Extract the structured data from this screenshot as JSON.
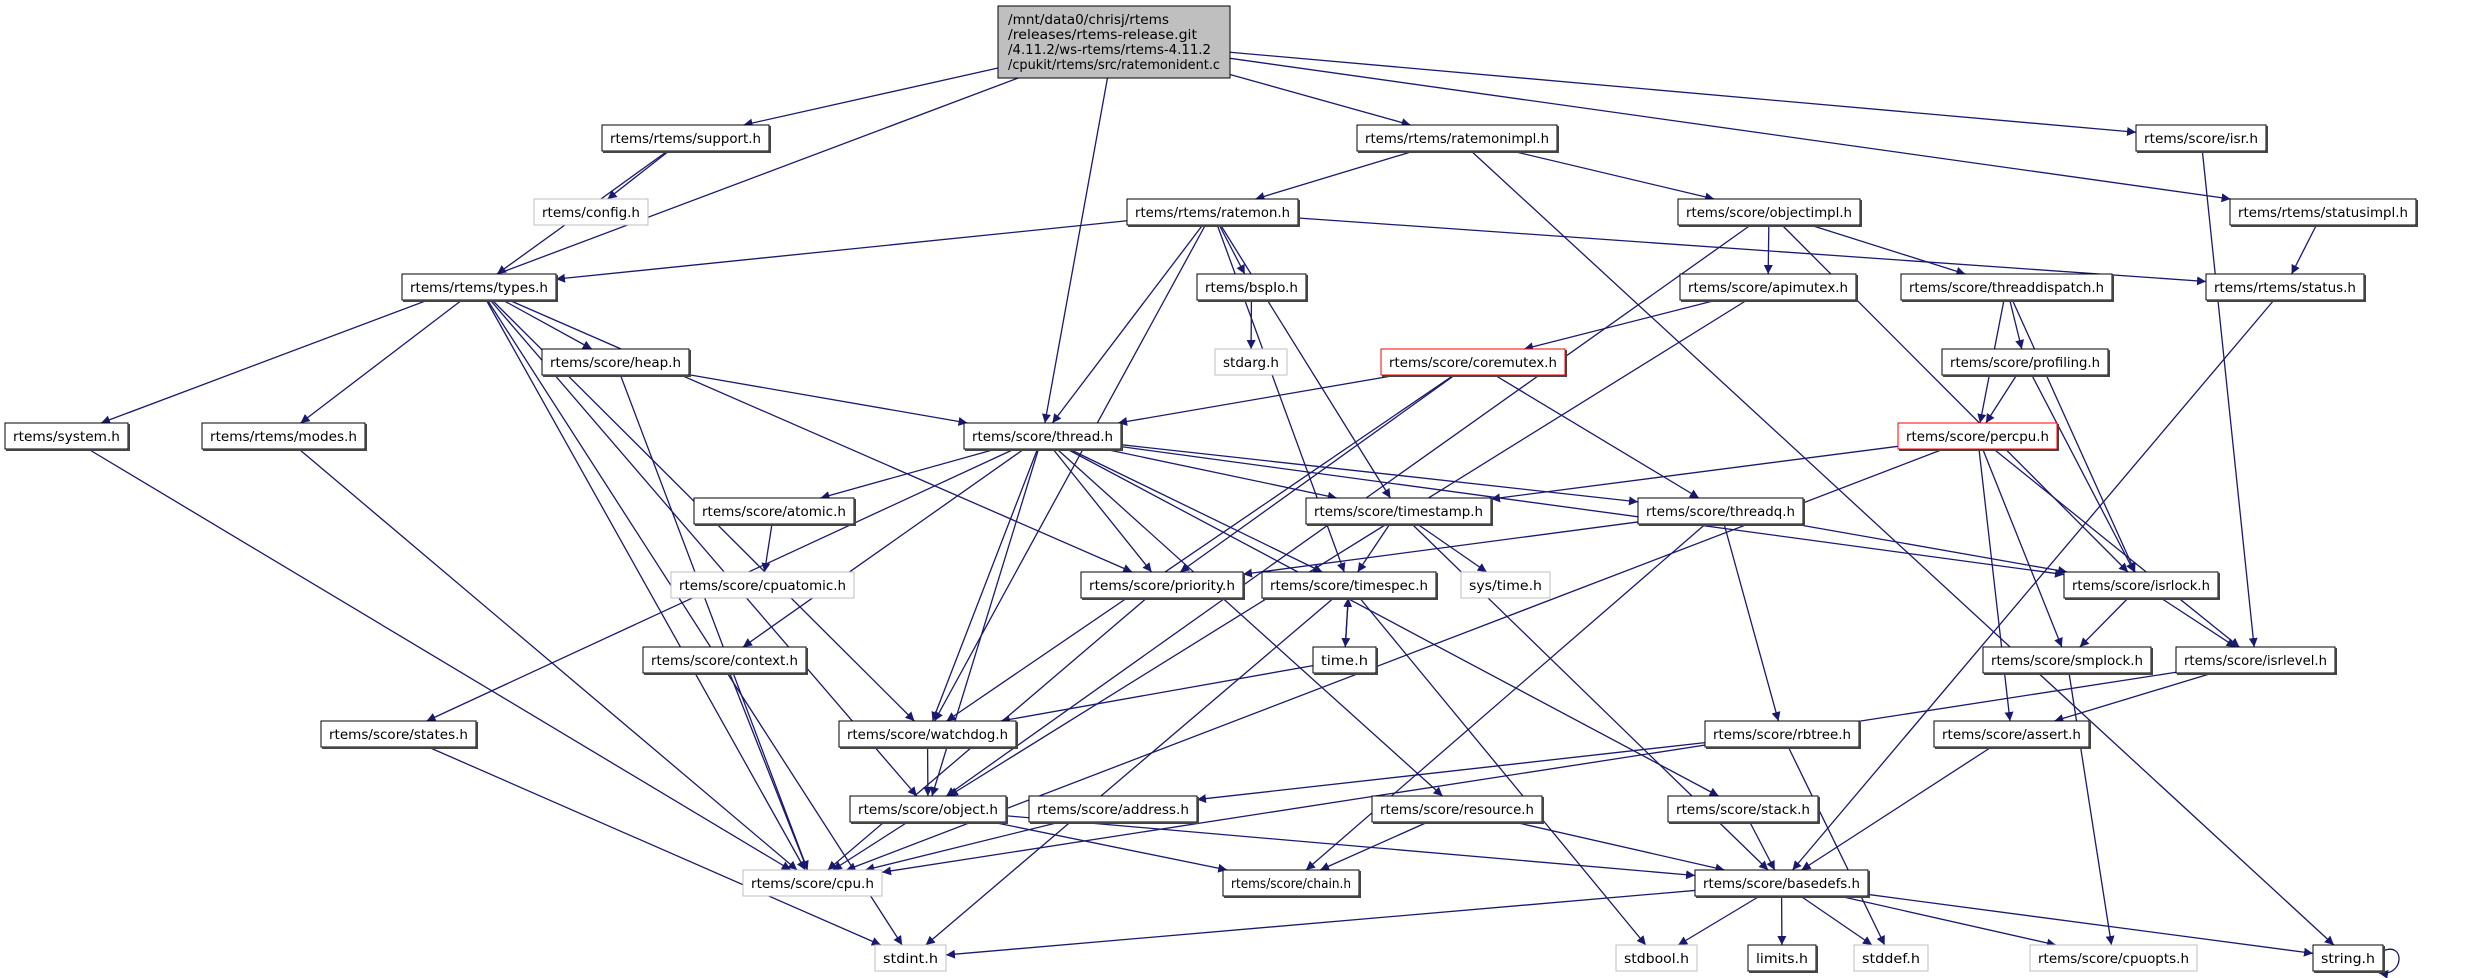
{
  "graph": {
    "colors": {
      "edge": "#191970",
      "node_border": "#000000",
      "external_border": "#bfbfbf",
      "incomplete_border": "#ff0000",
      "root_fill": "#bfbfbf"
    },
    "nodes": [
      {
        "id": "root",
        "label": "/mnt/data0/chrisj/rtems\n/releases/rtems-release.git\n/4.11.2/ws-rtems/rtems-4.11.2\n/cpukit/rtems/src/ratemonident.c",
        "style": "root"
      },
      {
        "id": "system",
        "label": "rtems/system.h",
        "style": "normal"
      },
      {
        "id": "support",
        "label": "rtems/rtems/support.h",
        "style": "normal"
      },
      {
        "id": "config",
        "label": "rtems/config.h",
        "style": "external"
      },
      {
        "id": "types",
        "label": "rtems/rtems/types.h",
        "style": "normal"
      },
      {
        "id": "heap",
        "label": "rtems/score/heap.h",
        "style": "normal"
      },
      {
        "id": "modes",
        "label": "rtems/rtems/modes.h",
        "style": "normal"
      },
      {
        "id": "thread",
        "label": "rtems/score/thread.h",
        "style": "normal"
      },
      {
        "id": "ratemonimpl",
        "label": "rtems/rtems/ratemonimpl.h",
        "style": "normal"
      },
      {
        "id": "ratemon",
        "label": "rtems/rtems/ratemon.h",
        "style": "normal"
      },
      {
        "id": "bspio",
        "label": "rtems/bspIo.h",
        "style": "normal"
      },
      {
        "id": "stdarg",
        "label": "stdarg.h",
        "style": "external"
      },
      {
        "id": "isr",
        "label": "rtems/score/isr.h",
        "style": "normal"
      },
      {
        "id": "objectimpl",
        "label": "rtems/score/objectimpl.h",
        "style": "normal"
      },
      {
        "id": "statusimpl",
        "label": "rtems/rtems/statusimpl.h",
        "style": "normal"
      },
      {
        "id": "apimutex",
        "label": "rtems/score/apimutex.h",
        "style": "normal"
      },
      {
        "id": "threaddispatch",
        "label": "rtems/score/threaddispatch.h",
        "style": "normal"
      },
      {
        "id": "status",
        "label": "rtems/rtems/status.h",
        "style": "normal"
      },
      {
        "id": "coremutex",
        "label": "rtems/score/coremutex.h",
        "style": "incomplete"
      },
      {
        "id": "profiling",
        "label": "rtems/score/profiling.h",
        "style": "normal"
      },
      {
        "id": "percpu",
        "label": "rtems/score/percpu.h",
        "style": "incomplete"
      },
      {
        "id": "atomic",
        "label": "rtems/score/atomic.h",
        "style": "normal"
      },
      {
        "id": "cpuatomic",
        "label": "rtems/score/cpuatomic.h",
        "style": "external"
      },
      {
        "id": "priority",
        "label": "rtems/score/priority.h",
        "style": "normal"
      },
      {
        "id": "context",
        "label": "rtems/score/context.h",
        "style": "normal"
      },
      {
        "id": "states",
        "label": "rtems/score/states.h",
        "style": "normal"
      },
      {
        "id": "watchdog",
        "label": "rtems/score/watchdog.h",
        "style": "normal"
      },
      {
        "id": "object",
        "label": "rtems/score/object.h",
        "style": "normal"
      },
      {
        "id": "address",
        "label": "rtems/score/address.h",
        "style": "normal"
      },
      {
        "id": "cpu",
        "label": "rtems/score/cpu.h",
        "style": "external"
      },
      {
        "id": "stdint",
        "label": "stdint.h",
        "style": "external"
      },
      {
        "id": "timestamp",
        "label": "rtems/score/timestamp.h",
        "style": "normal"
      },
      {
        "id": "threadq",
        "label": "rtems/score/threadq.h",
        "style": "normal"
      },
      {
        "id": "timespec",
        "label": "rtems/score/timespec.h",
        "style": "normal"
      },
      {
        "id": "systime",
        "label": "sys/time.h",
        "style": "external"
      },
      {
        "id": "isrlock",
        "label": "rtems/score/isrlock.h",
        "style": "normal"
      },
      {
        "id": "time",
        "label": "time.h",
        "style": "normal"
      },
      {
        "id": "smplock",
        "label": "rtems/score/smplock.h",
        "style": "normal"
      },
      {
        "id": "isrlevel",
        "label": "rtems/score/isrlevel.h",
        "style": "normal"
      },
      {
        "id": "rbtree",
        "label": "rtems/score/rbtree.h",
        "style": "normal"
      },
      {
        "id": "assert",
        "label": "rtems/score/assert.h",
        "style": "normal"
      },
      {
        "id": "resource",
        "label": "rtems/score/resource.h",
        "style": "normal"
      },
      {
        "id": "stack",
        "label": "rtems/score/stack.h",
        "style": "normal"
      },
      {
        "id": "chain",
        "label": "rtems/score/chain.h",
        "style": "normal"
      },
      {
        "id": "basedefs",
        "label": "rtems/score/basedefs.h",
        "style": "normal"
      },
      {
        "id": "stdbool",
        "label": "stdbool.h",
        "style": "external"
      },
      {
        "id": "limits",
        "label": "limits.h",
        "style": "normal"
      },
      {
        "id": "stddef",
        "label": "stddef.h",
        "style": "external"
      },
      {
        "id": "cpuopts",
        "label": "rtems/score/cpuopts.h",
        "style": "external"
      },
      {
        "id": "string",
        "label": "string.h",
        "style": "normal"
      }
    ],
    "edges": [
      [
        "root",
        "system"
      ],
      [
        "root",
        "support"
      ],
      [
        "root",
        "thread"
      ],
      [
        "root",
        "ratemonimpl"
      ],
      [
        "root",
        "statusimpl"
      ],
      [
        "root",
        "isr"
      ],
      [
        "support",
        "config"
      ],
      [
        "support",
        "types"
      ],
      [
        "ratemonimpl",
        "ratemon"
      ],
      [
        "ratemonimpl",
        "objectimpl"
      ],
      [
        "ratemonimpl",
        "string"
      ],
      [
        "ratemon",
        "types"
      ],
      [
        "ratemon",
        "thread"
      ],
      [
        "ratemon",
        "bspio"
      ],
      [
        "ratemon",
        "timestamp"
      ],
      [
        "ratemon",
        "timespec"
      ],
      [
        "ratemon",
        "watchdog"
      ],
      [
        "ratemon",
        "status"
      ],
      [
        "isr",
        "isrlevel"
      ],
      [
        "statusimpl",
        "status"
      ],
      [
        "bspio",
        "stdarg"
      ],
      [
        "objectimpl",
        "apimutex"
      ],
      [
        "objectimpl",
        "threaddispatch"
      ],
      [
        "objectimpl",
        "isrlock"
      ],
      [
        "objectimpl",
        "object"
      ],
      [
        "types",
        "heap"
      ],
      [
        "types",
        "modes"
      ],
      [
        "types",
        "stdint"
      ],
      [
        "types",
        "priority"
      ],
      [
        "types",
        "watchdog"
      ],
      [
        "types",
        "object"
      ],
      [
        "types",
        "cpu"
      ],
      [
        "heap",
        "thread"
      ],
      [
        "heap",
        "cpu"
      ],
      [
        "apimutex",
        "coremutex"
      ],
      [
        "apimutex",
        "object"
      ],
      [
        "threaddispatch",
        "profiling"
      ],
      [
        "threaddispatch",
        "percpu"
      ],
      [
        "threaddispatch",
        "isrlock"
      ],
      [
        "profiling",
        "percpu"
      ],
      [
        "profiling",
        "isrlock"
      ],
      [
        "coremutex",
        "thread"
      ],
      [
        "coremutex",
        "priority"
      ],
      [
        "coremutex",
        "threadq"
      ],
      [
        "coremutex",
        "watchdog"
      ],
      [
        "percpu",
        "timestamp"
      ],
      [
        "percpu",
        "smplock"
      ],
      [
        "percpu",
        "isrlevel"
      ],
      [
        "percpu",
        "assert"
      ],
      [
        "percpu",
        "cpu"
      ],
      [
        "status",
        "basedefs"
      ],
      [
        "system",
        "cpu"
      ],
      [
        "modes",
        "cpu"
      ],
      [
        "thread",
        "atomic"
      ],
      [
        "thread",
        "context"
      ],
      [
        "thread",
        "states"
      ],
      [
        "thread",
        "priority"
      ],
      [
        "thread",
        "timestamp"
      ],
      [
        "thread",
        "threadq"
      ],
      [
        "thread",
        "isrlock"
      ],
      [
        "thread",
        "watchdog"
      ],
      [
        "thread",
        "object"
      ],
      [
        "thread",
        "resource"
      ],
      [
        "thread",
        "stack"
      ],
      [
        "thread",
        "timespec"
      ],
      [
        "atomic",
        "cpuatomic"
      ],
      [
        "timestamp",
        "timespec"
      ],
      [
        "timestamp",
        "systime"
      ],
      [
        "timestamp",
        "basedefs"
      ],
      [
        "threadq",
        "priority"
      ],
      [
        "threadq",
        "isrlock"
      ],
      [
        "threadq",
        "rbtree"
      ],
      [
        "threadq",
        "chain"
      ],
      [
        "timespec",
        "time"
      ],
      [
        "timespec",
        "stdbool"
      ],
      [
        "timespec",
        "stdint"
      ],
      [
        "time",
        "timespec"
      ],
      [
        "time",
        "watchdog"
      ],
      [
        "isrlock",
        "smplock"
      ],
      [
        "isrlock",
        "isrlevel"
      ],
      [
        "isrlevel",
        "assert"
      ],
      [
        "isrlevel",
        "cpu"
      ],
      [
        "smplock",
        "cpuopts"
      ],
      [
        "priority",
        "cpu"
      ],
      [
        "context",
        "cpu"
      ],
      [
        "states",
        "stdint"
      ],
      [
        "watchdog",
        "object"
      ],
      [
        "object",
        "cpu"
      ],
      [
        "object",
        "chain"
      ],
      [
        "object",
        "basedefs"
      ],
      [
        "address",
        "cpu"
      ],
      [
        "rbtree",
        "address"
      ],
      [
        "rbtree",
        "stddef"
      ],
      [
        "assert",
        "basedefs"
      ],
      [
        "resource",
        "chain"
      ],
      [
        "resource",
        "basedefs"
      ],
      [
        "stack",
        "basedefs"
      ],
      [
        "basedefs",
        "stdint"
      ],
      [
        "basedefs",
        "stdbool"
      ],
      [
        "basedefs",
        "limits"
      ],
      [
        "basedefs",
        "stddef"
      ],
      [
        "basedefs",
        "cpuopts"
      ],
      [
        "basedefs",
        "string"
      ],
      [
        "string",
        "string"
      ]
    ]
  }
}
